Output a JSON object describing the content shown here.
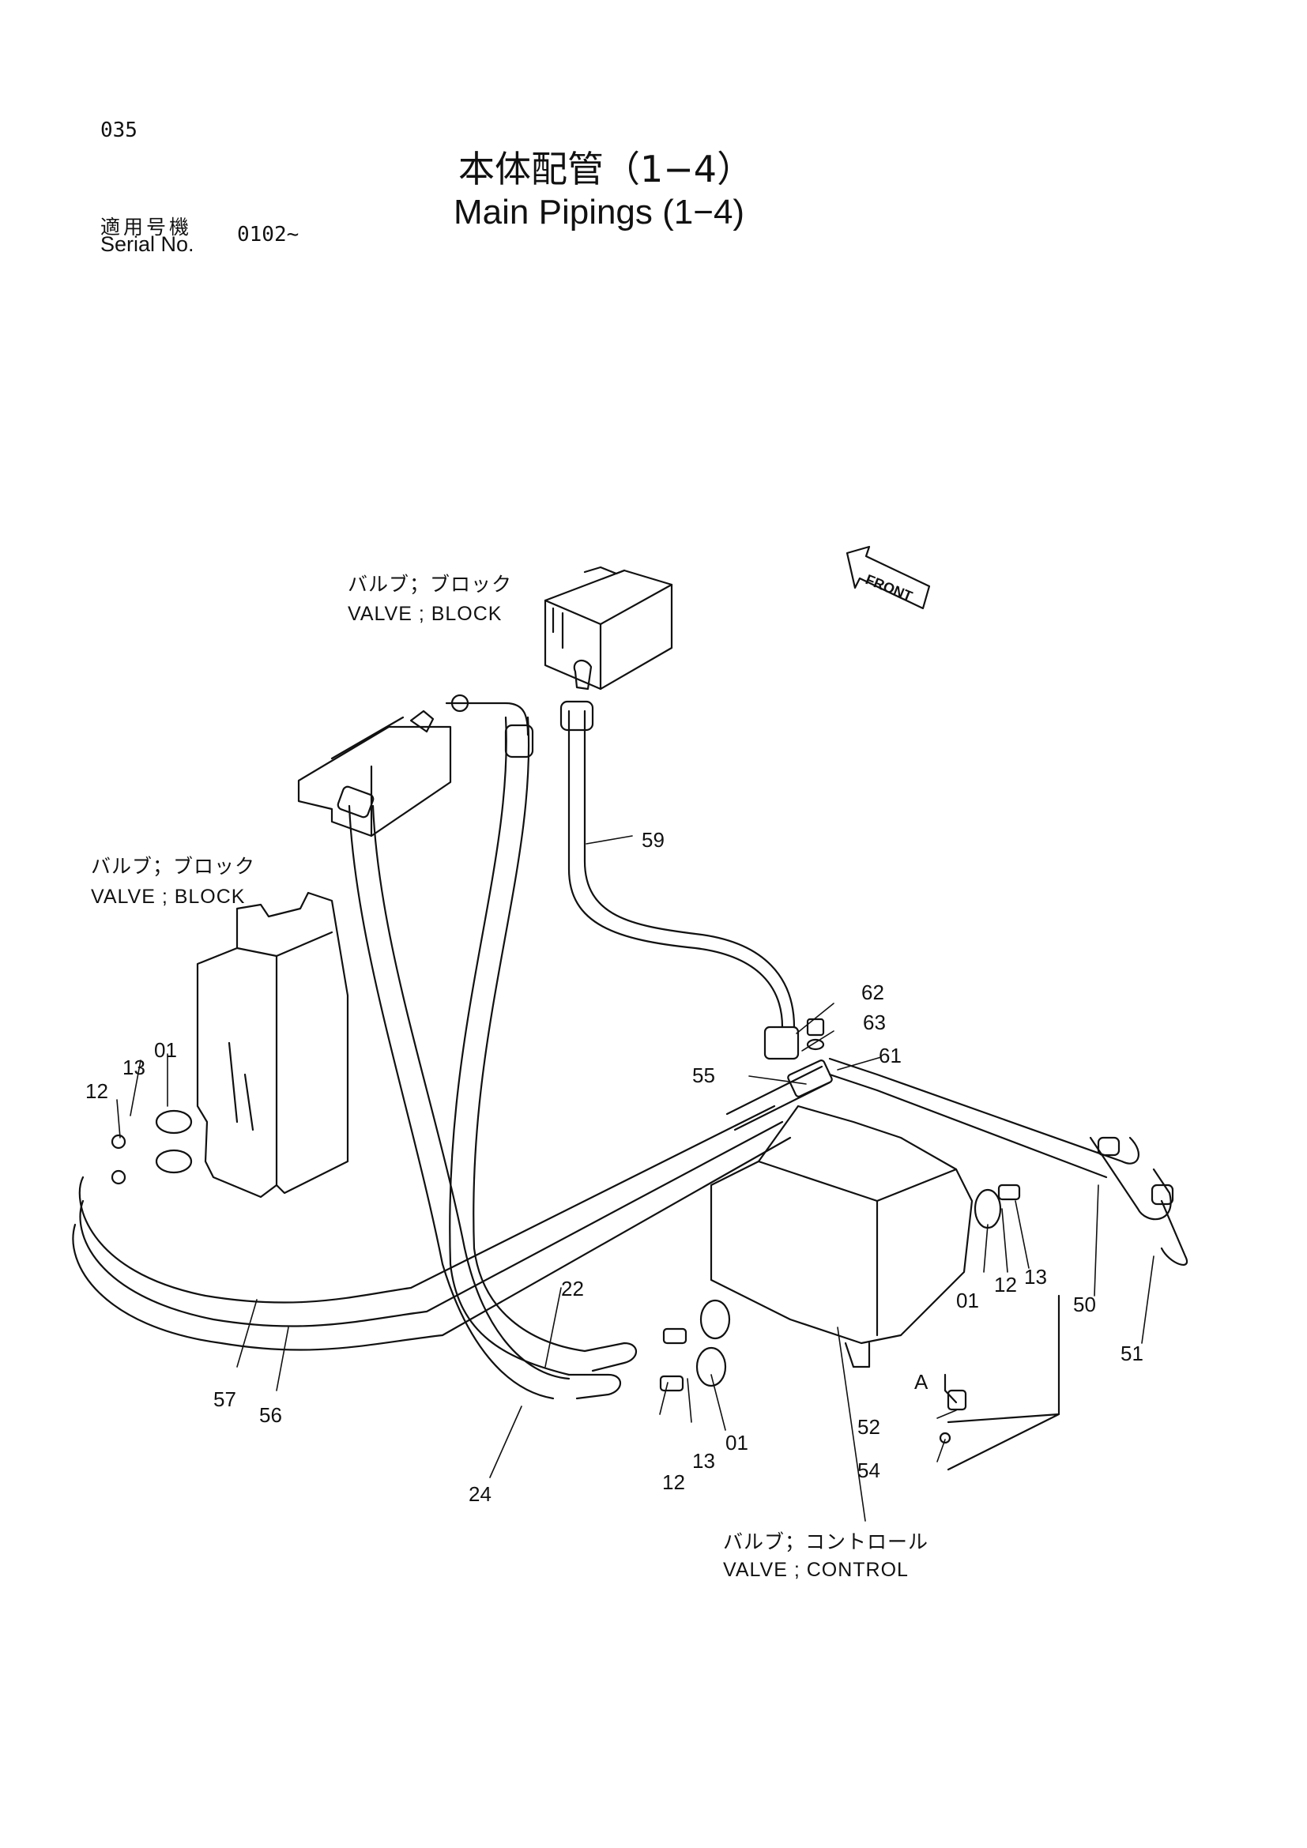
{
  "header": {
    "page_number": "035",
    "title_jp": "本体配管（1−4）",
    "title_en": "Main Pipings (1−4)",
    "serial_label_jp": "適用号機",
    "serial_label_en": "Serial No.",
    "serial_value": "0102∼"
  },
  "captions": {
    "valve_block_top_jp": "バルブ；ブロック",
    "valve_block_top_en": "VALVE ; BLOCK",
    "valve_block_left_jp": "バルブ；ブロック",
    "valve_block_left_en": "VALVE ; BLOCK",
    "valve_control_jp": "バルブ；コントロール",
    "valve_control_en": "VALVE ; CONTROL",
    "front": "FRONT",
    "detail_a": "A"
  },
  "parts": {
    "p59": "59",
    "p62": "62",
    "p63": "63",
    "p61": "61",
    "p55": "55",
    "p13a": "13",
    "p01a": "01",
    "p12a": "12",
    "p57": "57",
    "p56": "56",
    "p22": "22",
    "p24": "24",
    "p12b": "12",
    "p13b": "13",
    "p01b": "01",
    "p01c": "01",
    "p12c": "12",
    "p13c": "13",
    "p50": "50",
    "p51": "51",
    "p52": "52",
    "p54": "54"
  }
}
